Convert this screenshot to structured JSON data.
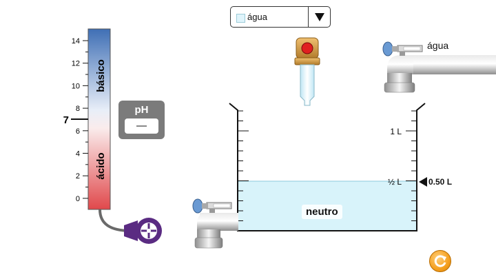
{
  "solute_selector": {
    "value": "água",
    "swatch_color": "#dff4fb"
  },
  "ph_scale": {
    "ticks": [
      "14",
      "12",
      "10",
      "8",
      "6",
      "4",
      "2",
      "0"
    ],
    "neutral_mark": "7",
    "basic_label": "básico",
    "acidic_label": "ácido",
    "top_color": "#3f6fb5",
    "bottom_color": "#e0484b"
  },
  "ph_meter": {
    "title": "pH",
    "value": "—"
  },
  "water_faucet": {
    "label": "água"
  },
  "beaker": {
    "mark_1l": "1 L",
    "mark_half": "½ L",
    "volume_readout": "0.50 L",
    "volume_fraction": 0.5,
    "solution_label": "neutro",
    "liquid_color": "#d8f3fa"
  },
  "dropper": {
    "button_color": "#e02020"
  },
  "reset": {
    "icon": "reset-icon"
  }
}
